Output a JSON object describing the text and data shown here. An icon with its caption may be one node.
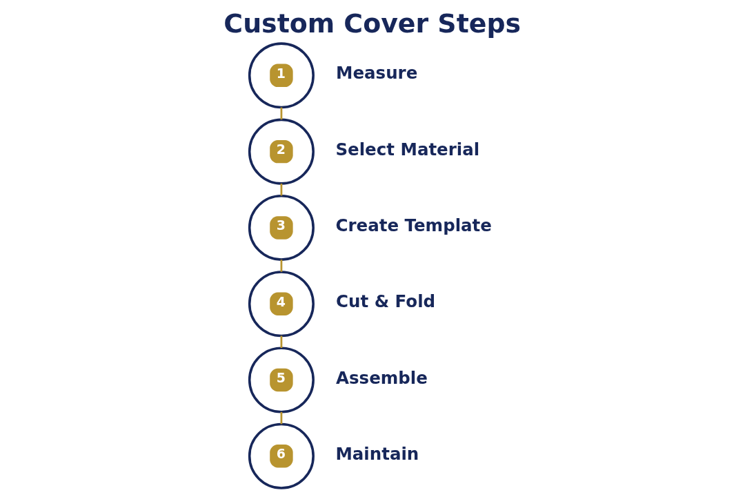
{
  "diagram": {
    "title": "Custom Cover Steps",
    "nodes": [
      {
        "text": [
          "1"
        ],
        "beside": [
          "Measure"
        ]
      },
      {
        "text": [
          "2"
        ],
        "beside": [
          "Select Material"
        ]
      },
      {
        "text": [
          "3"
        ],
        "beside": [
          "Create Template"
        ]
      },
      {
        "text": [
          "4"
        ],
        "beside": [
          "Cut & Fold"
        ]
      },
      {
        "text": [
          "5"
        ],
        "beside": [
          "Assemble"
        ]
      },
      {
        "text": [
          "6"
        ],
        "beside": [
          "Maintain"
        ]
      }
    ],
    "edges": [
      {
        "from": 0,
        "to": 1,
        "arrow": "none"
      },
      {
        "from": 1,
        "to": 2,
        "arrow": "none"
      },
      {
        "from": 2,
        "to": 3,
        "arrow": "none"
      },
      {
        "from": 3,
        "to": 4,
        "arrow": "none"
      },
      {
        "from": 4,
        "to": 5,
        "arrow": "none"
      }
    ]
  }
}
